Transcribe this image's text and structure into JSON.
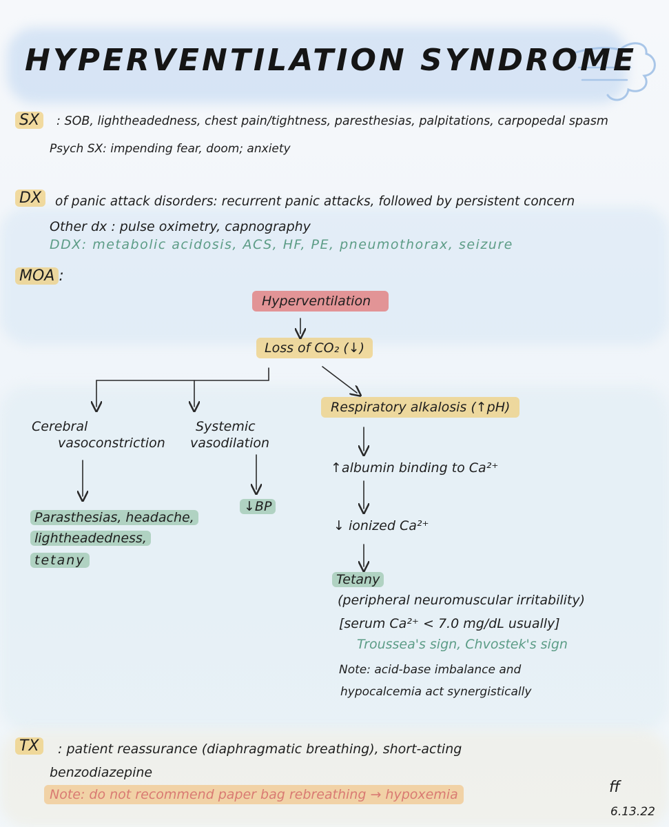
{
  "title": "HYPERVENTILATION SYNDROME",
  "sx": {
    "label": "SX",
    "line1": ": SOB, lightheadedness, chest pain/tightness, paresthesias, palpitations, carpopedal spasm",
    "line2": "Psych SX: impending fear, doom; anxiety"
  },
  "dx": {
    "label": "DX",
    "line1": "of panic attack disorders: recurrent panic attacks, followed by persistent concern",
    "line2": "Other dx : pulse oximetry, capnography",
    "ddx": "DDX: metabolic acidosis, ACS, HF, PE, pneumothorax, seizure"
  },
  "moa": {
    "label": "MOA",
    "colon": ":",
    "hyperventilation": "Hyperventilation",
    "loss_co2": "Loss of CO₂ (↓)",
    "cerebral_1": "Cerebral",
    "cerebral_2": "vasoconstriction",
    "systemic_1": "Systemic",
    "systemic_2": "vasodilation",
    "resp_alk": "Respiratory alkalosis (↑pH)",
    "cerebral_effect_1": "Parasthesias, headache,",
    "cerebral_effect_2": "lightheadedness,",
    "cerebral_effect_3": "tetany",
    "bp": "↓BP",
    "albumin": "↑albumin binding to Ca²⁺",
    "ionized": "↓ ionized Ca²⁺",
    "tetany": "Tetany",
    "tetany_desc": "(peripheral neuromuscular irritability)",
    "serum": "[serum Ca²⁺ < 7.0 mg/dL usually]",
    "signs": "Troussea's sign, Chvostek's sign",
    "note_1": "Note: acid-base imbalance and",
    "note_2": "hypocalcemia act synergistically"
  },
  "tx": {
    "label": "TX",
    "line1": ": patient reassurance (diaphragmatic breathing), short-acting",
    "line2": "benzodiazepine",
    "note": "Note: do not recommend paper bag rebreathing → hypoxemia"
  },
  "signature": {
    "initials": "ff",
    "date": "6.13.22"
  },
  "colors": {
    "yellow_highlight": "#f0cd78",
    "red_highlight": "#e27676",
    "green_highlight": "#8cbea0",
    "teal_text": "#5c9c86",
    "red_text": "#d97a72",
    "blue_wash": "#cfe0f3"
  }
}
